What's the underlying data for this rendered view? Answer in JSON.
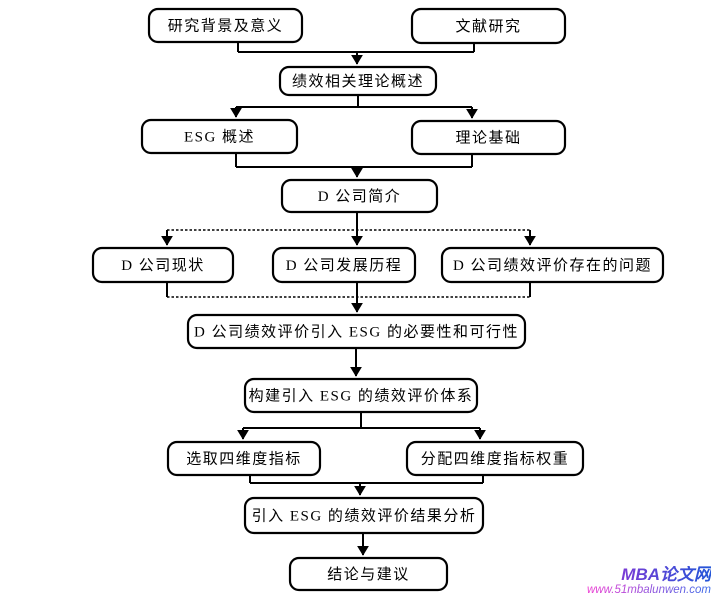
{
  "flowchart": {
    "line_color": "#000000",
    "node_fill": "#ffffff",
    "nodes": {
      "research_background": {
        "label": "研究背景及意义"
      },
      "literature_research": {
        "label": "文献研究"
      },
      "performance_theory": {
        "label": "绩效相关理论概述"
      },
      "esg_overview": {
        "label": "ESG 概述"
      },
      "theory_basis": {
        "label": "理论基础"
      },
      "d_company_intro": {
        "label": "D 公司简介"
      },
      "d_company_status": {
        "label": "D 公司现状"
      },
      "d_company_history": {
        "label": "D 公司发展历程"
      },
      "d_company_problems": {
        "label": "D 公司绩效评价存在的问题"
      },
      "necessity_feasibility": {
        "label": "D 公司绩效评价引入 ESG 的必要性和可行性"
      },
      "build_system": {
        "label": "构建引入 ESG 的绩效评价体系"
      },
      "select_indicators": {
        "label": "选取四维度指标"
      },
      "assign_weights": {
        "label": "分配四维度指标权重"
      },
      "result_analysis": {
        "label": "引入 ESG 的绩效评价结果分析"
      },
      "conclusion": {
        "label": "结论与建议"
      }
    },
    "edges": [
      {
        "from": "research_background",
        "to": "performance_theory",
        "style": "solid"
      },
      {
        "from": "literature_research",
        "to": "performance_theory",
        "style": "solid"
      },
      {
        "from": "performance_theory",
        "to": "esg_overview",
        "style": "solid"
      },
      {
        "from": "performance_theory",
        "to": "theory_basis",
        "style": "solid"
      },
      {
        "from": "esg_overview",
        "to": "d_company_intro",
        "style": "solid"
      },
      {
        "from": "theory_basis",
        "to": "d_company_intro",
        "style": "solid"
      },
      {
        "from": "d_company_intro",
        "to": "d_company_status",
        "style": "dotted"
      },
      {
        "from": "d_company_intro",
        "to": "d_company_history",
        "style": "solid"
      },
      {
        "from": "d_company_intro",
        "to": "d_company_problems",
        "style": "dotted"
      },
      {
        "from": "d_company_status",
        "to": "necessity_feasibility",
        "style": "dotted"
      },
      {
        "from": "d_company_history",
        "to": "necessity_feasibility",
        "style": "solid"
      },
      {
        "from": "d_company_problems",
        "to": "necessity_feasibility",
        "style": "dotted"
      },
      {
        "from": "necessity_feasibility",
        "to": "build_system",
        "style": "solid"
      },
      {
        "from": "build_system",
        "to": "select_indicators",
        "style": "solid"
      },
      {
        "from": "build_system",
        "to": "assign_weights",
        "style": "solid"
      },
      {
        "from": "select_indicators",
        "to": "result_analysis",
        "style": "solid"
      },
      {
        "from": "assign_weights",
        "to": "result_analysis",
        "style": "solid"
      },
      {
        "from": "result_analysis",
        "to": "conclusion",
        "style": "solid"
      }
    ]
  },
  "watermark": {
    "brand": "MBA论文网",
    "url": "www.51mbalunwen.com",
    "brand_color_start": "#9b30d4",
    "brand_color_end": "#2356d8",
    "url_color_start": "#ee3bd2",
    "url_color_end": "#3a6ae8"
  }
}
